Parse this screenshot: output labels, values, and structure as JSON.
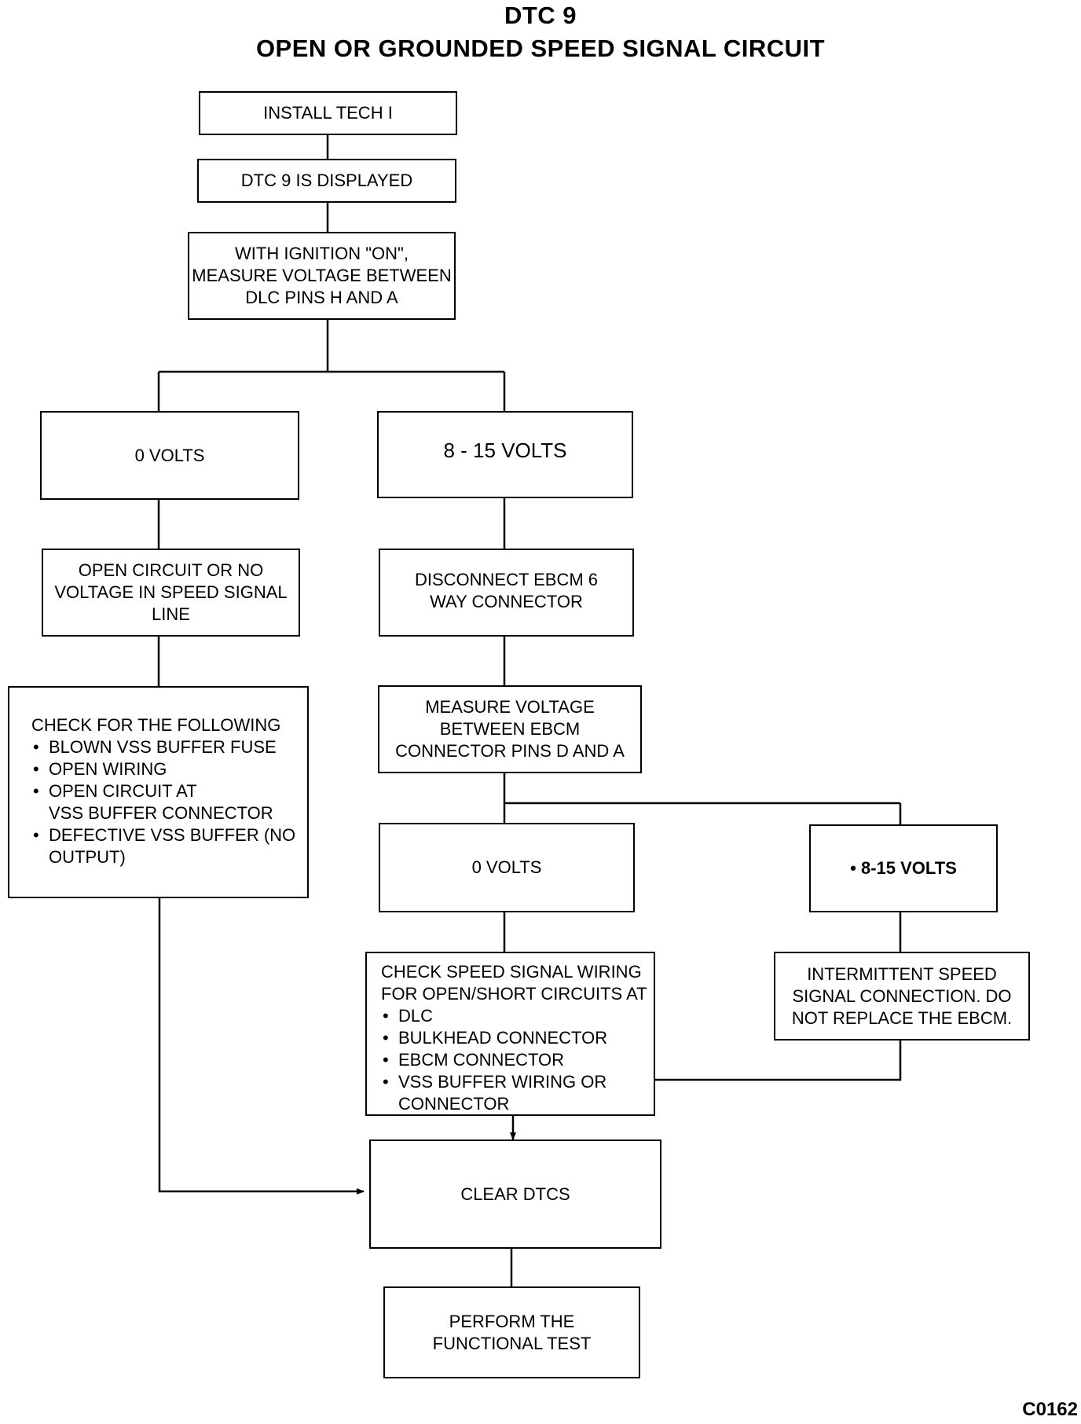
{
  "title": {
    "line1": "DTC 9",
    "line2": "OPEN OR GROUNDED SPEED SIGNAL CIRCUIT"
  },
  "boxes": {
    "install_tech": "INSTALL TECH I",
    "dtc_displayed": "DTC 9 IS DISPLAYED",
    "measure_dlc": "WITH IGNITION \"ON\",\nMEASURE VOLTAGE BETWEEN\nDLC PINS H AND A",
    "zero_volts_left": "0 VOLTS",
    "eight_fifteen_volts": "8 - 15 VOLTS",
    "open_circuit": "OPEN CIRCUIT OR NO\nVOLTAGE IN SPEED SIGNAL\nLINE",
    "disconnect_ebcm": "DISCONNECT EBCM 6\nWAY CONNECTOR",
    "check_following": {
      "heading": "CHECK FOR THE FOLLOWING",
      "items": [
        "BLOWN VSS BUFFER FUSE",
        "OPEN WIRING",
        "OPEN CIRCUIT AT\nVSS BUFFER   CONNECTOR",
        "DEFECTIVE VSS BUFFER (NO\nOUTPUT)"
      ]
    },
    "measure_ebcm": "MEASURE VOLTAGE\nBETWEEN EBCM\nCONNECTOR PINS D AND A",
    "zero_volts_mid": "0 VOLTS",
    "eight_fifteen_volts_right": "• 8-15 VOLTS",
    "check_speed_wiring": {
      "heading": "CHECK SPEED SIGNAL WIRING\nFOR OPEN/SHORT CIRCUITS AT",
      "items": [
        "DLC",
        "BULKHEAD CONNECTOR",
        "EBCM CONNECTOR",
        "VSS BUFFER WIRING OR\nCONNECTOR"
      ]
    },
    "intermittent": "INTERMITTENT SPEED\nSIGNAL CONNECTION. DO\nNOT REPLACE THE EBCM.",
    "clear_dtcs": "CLEAR DTCS",
    "functional_test": "PERFORM THE\nFUNCTIONAL TEST"
  },
  "figure_id": "C0162"
}
